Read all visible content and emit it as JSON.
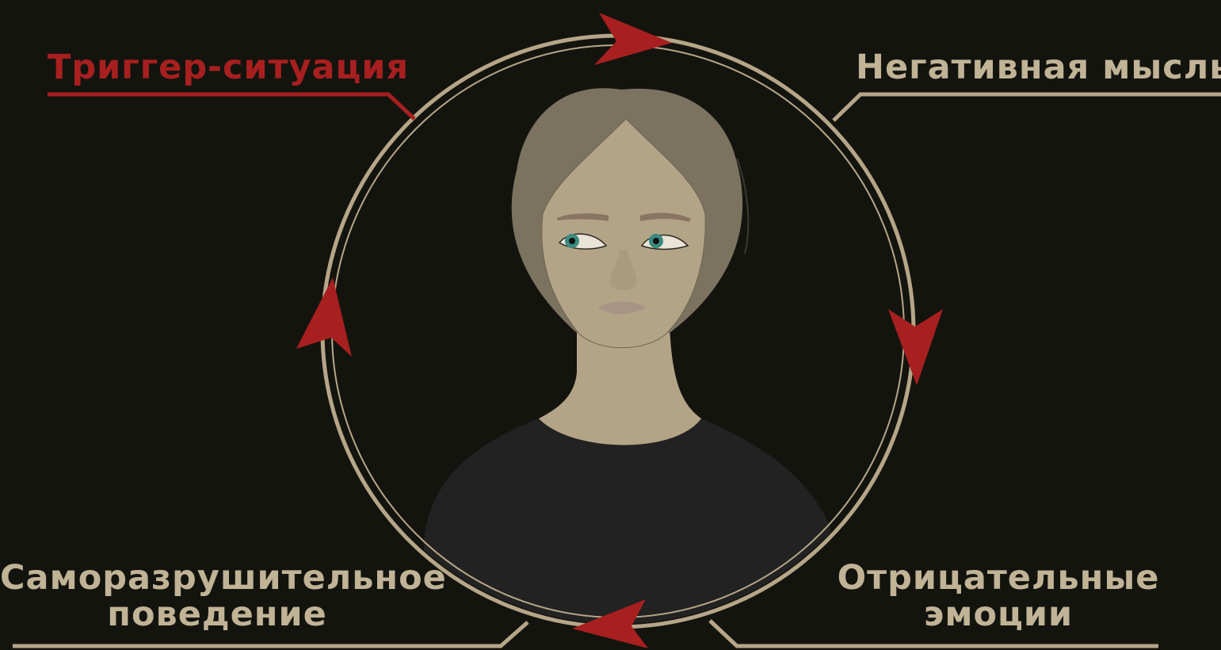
{
  "diagram": {
    "nodes": {
      "trigger": {
        "text": "Триггер-ситуация",
        "highlighted": true
      },
      "thought": {
        "text": "Негативная мысль",
        "highlighted": false
      },
      "emotions": {
        "line1": "Отрицательные",
        "line2": "эмоции",
        "highlighted": false
      },
      "behavior": {
        "line1": "Саморазрушительное",
        "line2": "поведение",
        "highlighted": false
      }
    },
    "cycle_order": [
      "trigger",
      "thought",
      "emotions",
      "behavior"
    ],
    "cycle_direction": "clockwise"
  },
  "colors": {
    "background": "#14140f",
    "accent_red": "#a81f1f",
    "ring_beige": "#b6a688",
    "label_beige": "#c0b396",
    "hair": "#7b7260",
    "skin": "#b4a487",
    "shirt": "#222222",
    "iris": "#3b8a80",
    "lips": "#a89484"
  },
  "illustration": {
    "subject": "woman-portrait",
    "gaze": "sideways-right"
  }
}
